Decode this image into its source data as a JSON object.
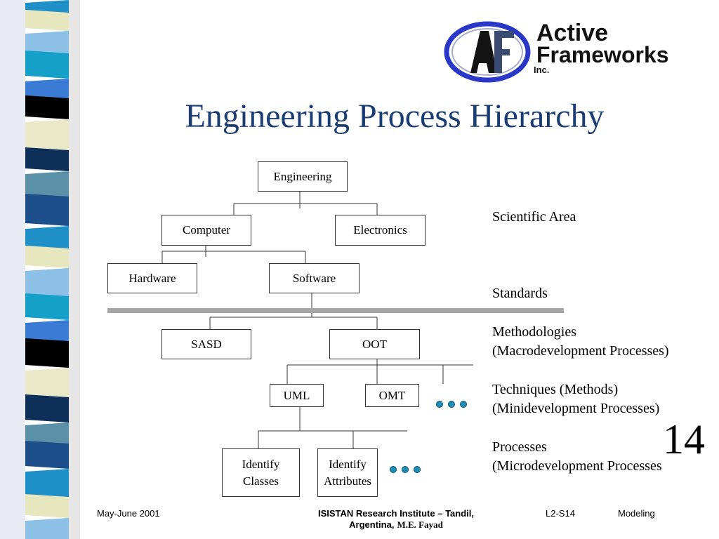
{
  "logo": {
    "mark": "AF",
    "line1": "Active",
    "line2": "Frameworks",
    "line3": "Inc."
  },
  "title": "Engineering Process Hierarchy",
  "diagram": {
    "nodes": {
      "engineering": "Engineering",
      "computer": "Computer",
      "electronics": "Electronics",
      "hardware": "Hardware",
      "software": "Software",
      "sasd": "SASD",
      "oot": "OOT",
      "uml": "UML",
      "omt": "OMT",
      "identify_classes": [
        "Identify",
        "Classes"
      ],
      "identify_attributes": [
        "Identify",
        "Attributes"
      ]
    },
    "levels": {
      "scientific_area": "Scientific Area",
      "standards": "Standards",
      "methodologies": [
        "Methodologies",
        "(Macrodevelopment Processes)"
      ],
      "techniques": [
        "Techniques (Methods)",
        "(Minidevelopment Processes)"
      ],
      "processes": [
        "Processes",
        "(Microdevelopment Processes"
      ]
    }
  },
  "page_number": "14",
  "footer": {
    "date": "May-June 2001",
    "institute_line1": "ISISTAN Research Institute – Tandil,",
    "institute_line2": "Argentina,",
    "author": "M.E. Fayad",
    "slide_id": "L2-S14",
    "topic": "Modeling"
  },
  "colors": {
    "title": "#1a3d73",
    "dots": "#1f8fb8",
    "divider": "#a6a6a6"
  }
}
